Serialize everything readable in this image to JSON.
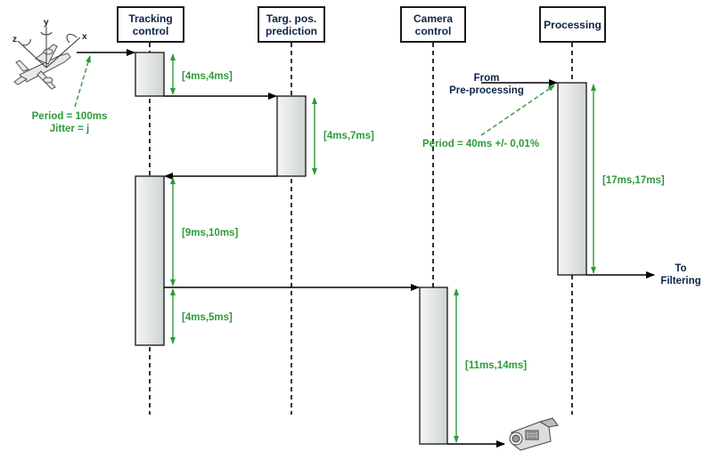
{
  "lifelines": [
    {
      "name": "Tracking\ncontrol"
    },
    {
      "name": "Targ. pos.\nprediction"
    },
    {
      "name": "Camera\ncontrol"
    },
    {
      "name": "Processing"
    }
  ],
  "durations": {
    "tracking_1": "[4ms,4ms]",
    "prediction": "[4ms,7ms]",
    "tracking_2": "[9ms,10ms]",
    "tracking_3": "[4ms,5ms]",
    "camera": "[11ms,14ms]",
    "processing": "[17ms,17ms]"
  },
  "annotations": {
    "tracking_period": "Period = 100ms\nJitter = j",
    "processing_period": "Period = 40ms +/- 0,01%",
    "from_label": "From\nPre-processing",
    "to_label": "To\nFiltering"
  },
  "icons": {
    "aircraft": "airplane-axes-icon",
    "camera": "camcorder-icon",
    "axis_labels": [
      "z",
      "y",
      "x"
    ]
  },
  "colors": {
    "header_text": "#0b2447",
    "duration_green": "#2e9a3a",
    "line": "#000000",
    "activation_fill": "#e6e9e8"
  }
}
